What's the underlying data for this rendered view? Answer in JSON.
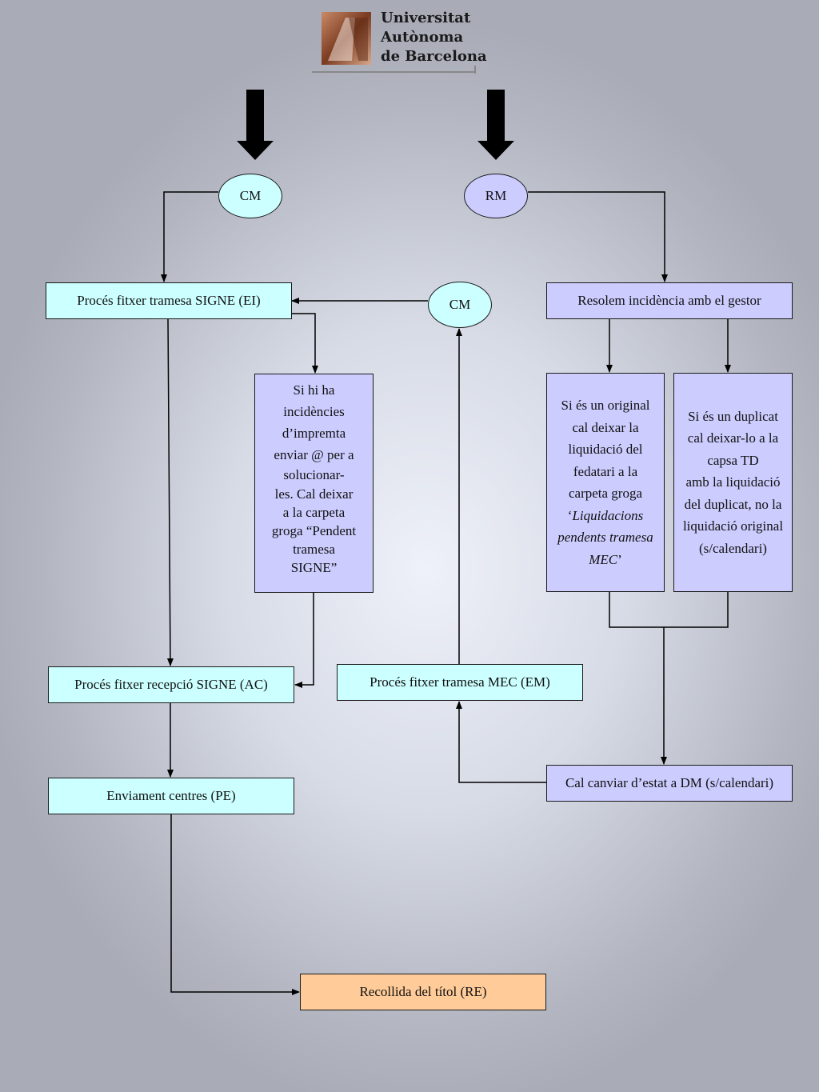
{
  "logo": {
    "name_line1": "Universitat",
    "name_line2": "Autònoma",
    "name_line3": "de Barcelona",
    "icon": "uab-logo-icon",
    "colors": {
      "letter": "#8a4a2a",
      "rule": "#777777"
    }
  },
  "nodes": {
    "cm_top": "CM",
    "rm_top": "RM",
    "cm_mid": "CM",
    "signe_ei": "Procés fitxer tramesa SIGNE (EI)",
    "incidencia_gestor": "Resolem incidència amb el gestor",
    "imprempta_note": {
      "l1": "Si hi ha",
      "l2": "incidències",
      "l3": "d’impremta",
      "l4": "enviar @ per a",
      "l5": "solucionar-",
      "l6": "les. Cal deixar",
      "l7": "a la carpeta",
      "l8": "groga “Pendent",
      "l9": "tramesa",
      "l10": "SIGNE”"
    },
    "original_note": {
      "l1": "Si és un original",
      "l2": "cal deixar la",
      "l3": "liquidació del",
      "l4": "fedatari a la",
      "l5": "carpeta groga",
      "l6": "Liquidacions",
      "l7": "pendents tramesa",
      "l8": "MEC"
    },
    "duplicat_note": {
      "l1": "Si és un duplicat",
      "l2": "cal deixar-lo a la",
      "l3": "capsa TD",
      "l4": "amb la liquidació",
      "l5": "del duplicat, no la",
      "l6": "liquidació original",
      "l7": "(s/calendari)"
    },
    "recepcio_ac": "Procés fitxer recepció SIGNE (AC)",
    "tramesa_mec": "Procés fitxer tramesa MEC (EM)",
    "enviament_pe": "Enviament centres (PE)",
    "canviar_dm": "Cal canviar d’estat a DM (s/calendari)",
    "recollida_re": "Recollida del títol (RE)"
  },
  "colors": {
    "cyan": "#ccffff",
    "lavender": "#ccccff",
    "peach": "#ffcc99",
    "line": "#000000"
  }
}
